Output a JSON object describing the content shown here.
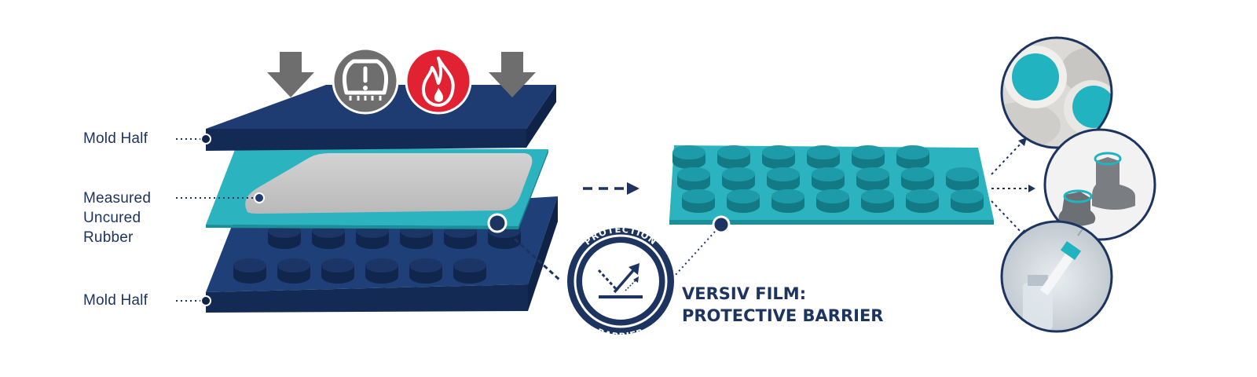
{
  "labels": {
    "mold_half_top": "Mold Half",
    "rubber_line1": "Measured",
    "rubber_line2": "Uncured",
    "rubber_line3": "Rubber",
    "mold_half_bottom": "Mold Half"
  },
  "badge": {
    "top_text": "PROTECTION",
    "bottom_text": "BARRIER"
  },
  "heading": {
    "line1": "VERSIV FILM:",
    "line2": "PROTECTIVE BARRIER"
  },
  "icons": [
    "pressure-arrow-icon",
    "pressure-gauge-icon",
    "heat-flame-icon",
    "pressure-arrow-icon"
  ],
  "colors": {
    "navy": "#1d3461",
    "mold_top": "#1e3c72",
    "teal": "#2bb3bf",
    "rubber": "#c8c8c8",
    "flame_red": "#e02233",
    "gauge_gray": "#6e6e6e"
  }
}
